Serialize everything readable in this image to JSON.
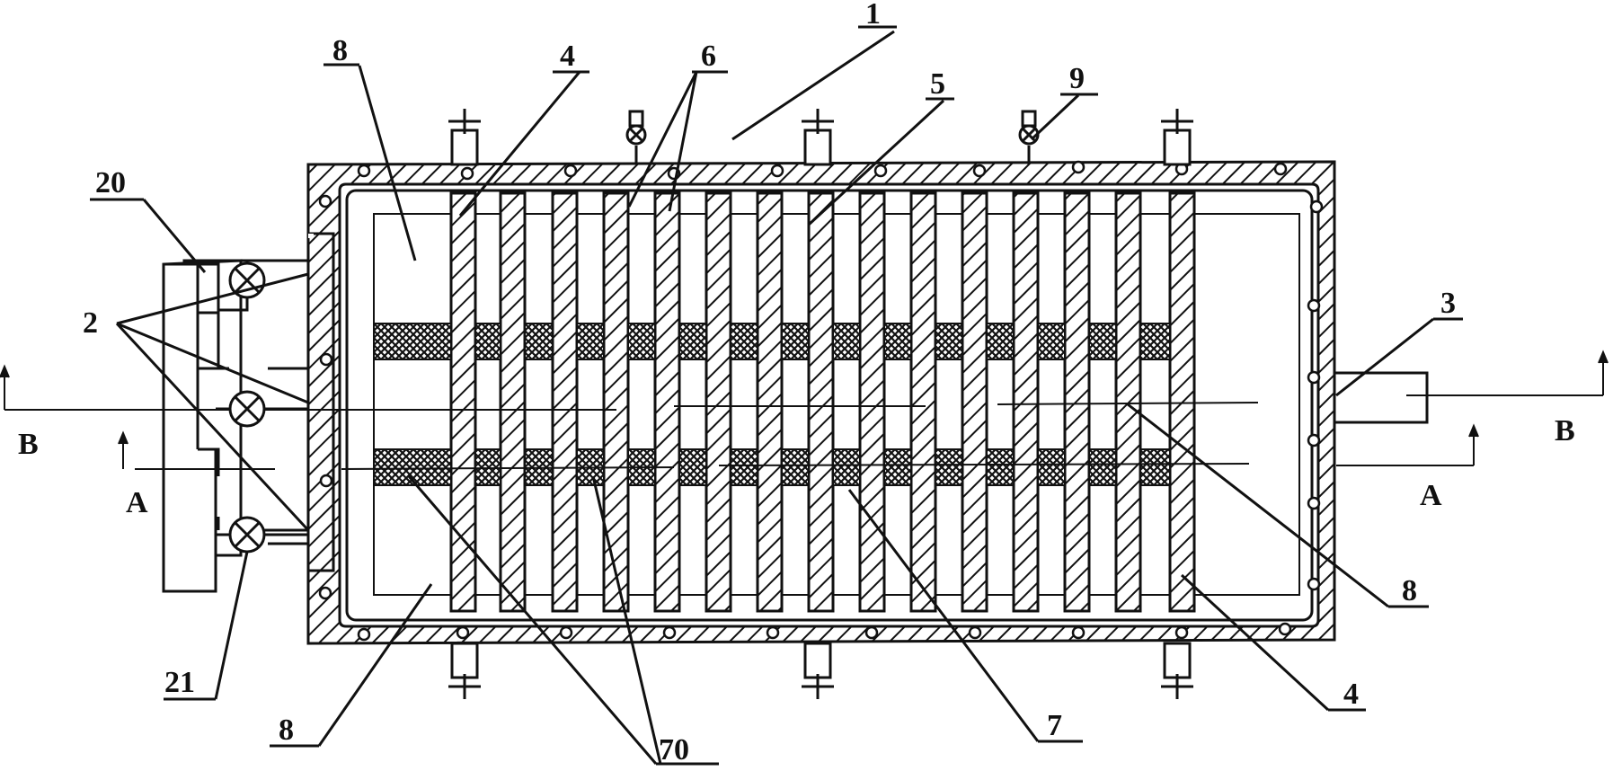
{
  "labels": {
    "housing": "1",
    "inlets": "2",
    "outlet": "3",
    "end_plate_left": "4",
    "end_plate_right": "4",
    "middle_plate": "5",
    "plates": "6",
    "channel": "7",
    "chamber_top_left": "8",
    "chamber_bottom_left": "8",
    "chamber_right": "8",
    "valve_top": "9",
    "manifold": "20",
    "valve_bottom": "21",
    "screens": "70",
    "section_b_left": "B",
    "section_b_right": "B",
    "section_a_left": "A",
    "section_a_right": "A"
  },
  "colors": {
    "ink": "#111111",
    "hatch_fill": "#ffffff",
    "screen_fill": "#222222"
  },
  "icons": {
    "valve": "circle-cross-valve-icon",
    "clamp": "t-clamp-icon",
    "bolt": "bolt-hole-icon"
  }
}
